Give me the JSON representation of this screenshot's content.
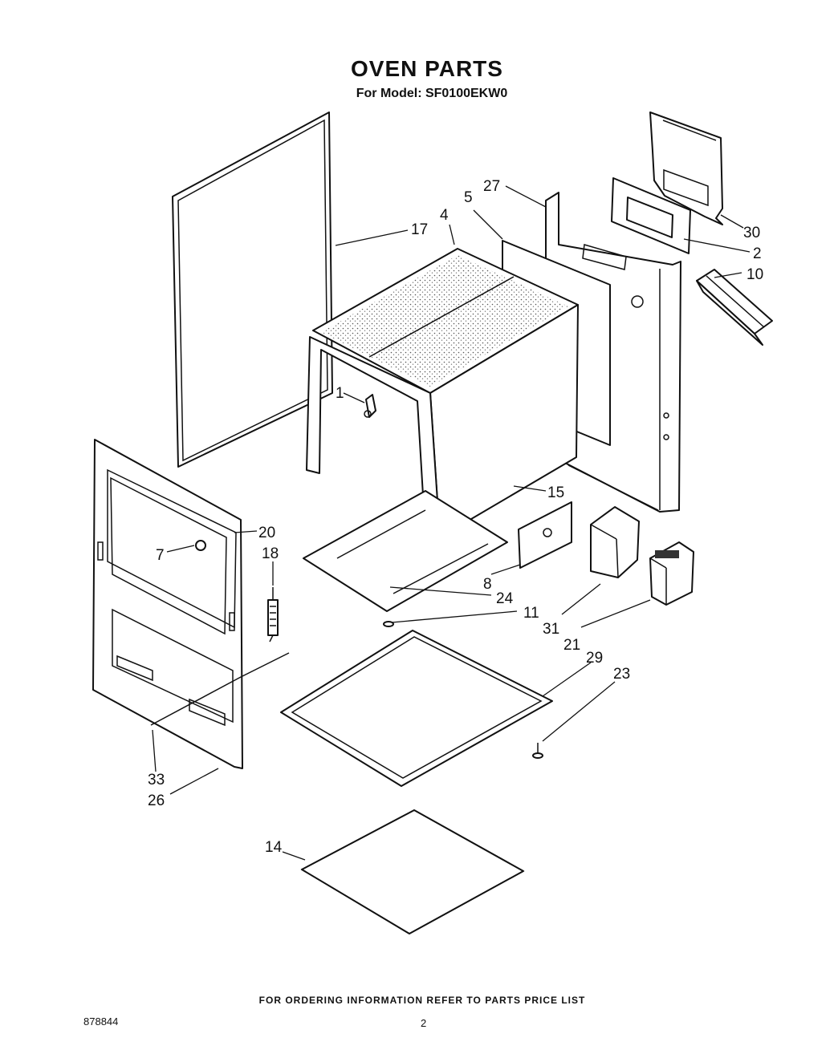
{
  "title": "OVEN PARTS",
  "subtitle": "For Model: SF0100EKW0",
  "footer_note": "FOR ORDERING INFORMATION REFER TO PARTS PRICE LIST",
  "doc_number": "878844",
  "page_number": "2",
  "callouts": {
    "p1": "1",
    "p2": "2",
    "p4": "4",
    "p5": "5",
    "p7": "7",
    "p8": "8",
    "p10": "10",
    "p11": "11",
    "p14": "14",
    "p15": "15",
    "p17": "17",
    "p18": "18",
    "p20": "20",
    "p21": "21",
    "p23": "23",
    "p24": "24",
    "p26": "26",
    "p27": "27",
    "p29": "29",
    "p30": "30",
    "p31": "31",
    "p33": "33"
  }
}
